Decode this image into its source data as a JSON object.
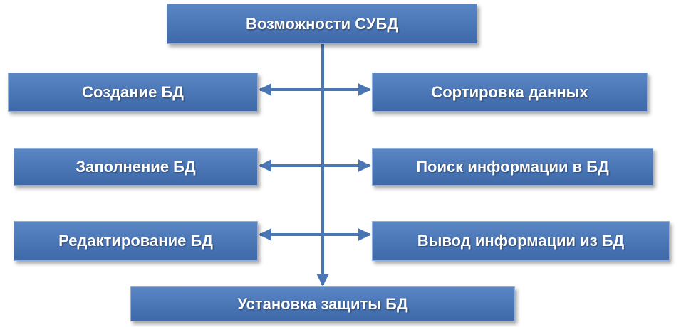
{
  "diagram": {
    "top": "Возможности СУБД",
    "left": [
      "Создание БД",
      "Заполнение БД",
      "Редактирование БД"
    ],
    "right": [
      "Сортировка данных",
      "Поиск информации в БД",
      "Вывод информации из БД"
    ],
    "bottom": "Установка защиты БД"
  },
  "colors": {
    "box_fill": "#4a76b6",
    "connector": "#4a76b6",
    "text": "#ffffff"
  }
}
